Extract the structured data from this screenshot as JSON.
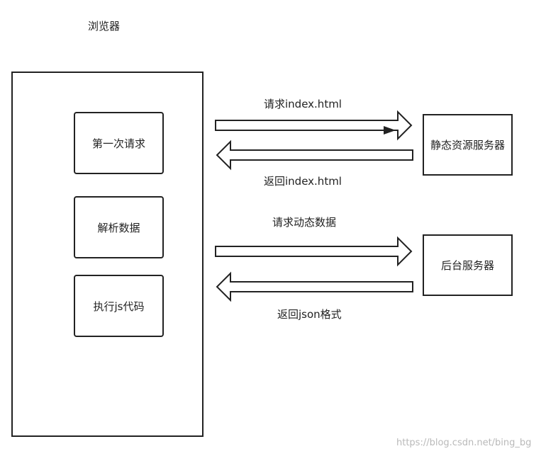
{
  "browser": {
    "title": "浏览器",
    "steps": [
      "第一次请求",
      "解析数据",
      "执行js代码"
    ]
  },
  "servers": {
    "static": "静态资源服务器",
    "backend": "后台服务器"
  },
  "arrows": {
    "request_index": "请求index.html",
    "return_index": "返回index.html",
    "request_dynamic": "请求动态数据",
    "return_json": "返回json格式"
  },
  "watermark": "https://blog.csdn.net/bing_bg",
  "colors": {
    "stroke": "#222222",
    "watermark": "#b9b9b9"
  }
}
